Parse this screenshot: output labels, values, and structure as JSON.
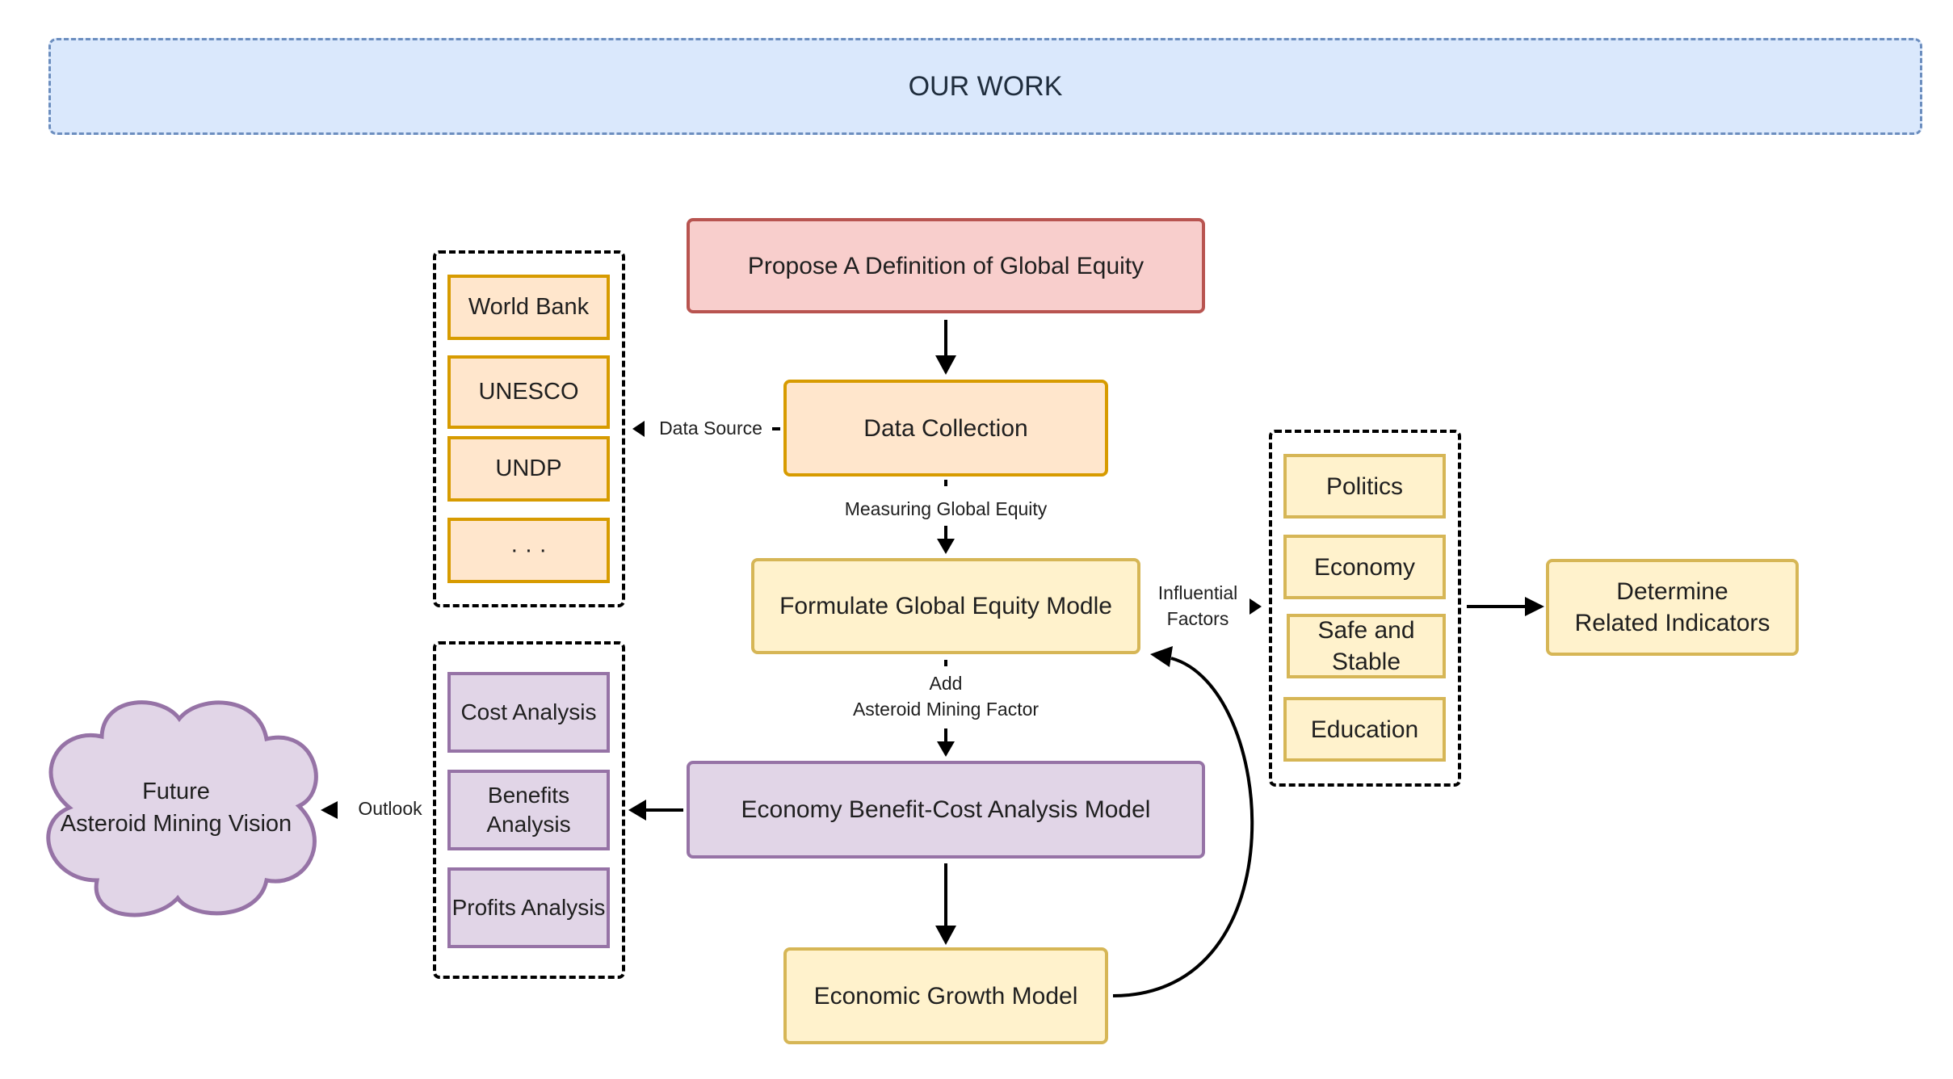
{
  "banner": {
    "title": "OUR WORK"
  },
  "main_flow": {
    "propose": "Propose A Definition of Global Equity",
    "data_collection": "Data Collection",
    "formulate": "Formulate Global Equity Modle",
    "benefit_cost": "Economy Benefit-Cost Analysis Model",
    "growth": "Economic Growth Model"
  },
  "sources": {
    "items": [
      "World Bank",
      "UNESCO",
      "UNDP"
    ],
    "ellipsis": "· · ·"
  },
  "factors": {
    "items": [
      "Politics",
      "Economy",
      "Safe and\nStable",
      "Education"
    ]
  },
  "indicators": {
    "label": "Determine\nRelated Indicators"
  },
  "analyses": {
    "items": [
      "Cost Analysis",
      "Benefits\nAnalysis",
      "Profits Analysis"
    ]
  },
  "cloud": {
    "label": "Future\nAsteroid Mining Vision"
  },
  "edge_labels": {
    "data_source": "Data Source",
    "measuring": "Measuring Global Equity",
    "influential": "Influential\nFactors",
    "add_factor": "Add\nAsteroid Mining Factor",
    "outlook": "Outlook"
  }
}
